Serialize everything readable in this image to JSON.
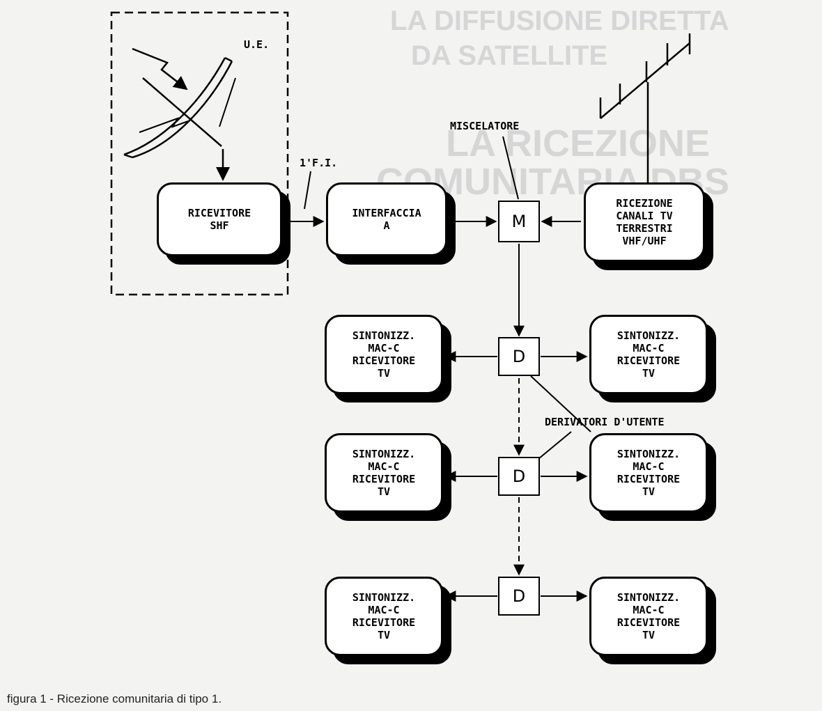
{
  "labels": {
    "ue": "U.E.",
    "if": "1'F.I.",
    "mixer": "MISCELATORE",
    "taps": "DERIVATORI D'UTENTE"
  },
  "boxes": {
    "shf": "RICEVITORE\nSHF",
    "interface": "INTERFACCIA\nA",
    "terrestrial": "RICEZIONE\nCANALI TV\nTERRESTRI\nVHF/UHF",
    "tuner_l1": "SINTONIZZ.\nMAC-C\nRICEVITORE\nTV",
    "tuner_r1": "SINTONIZZ.\nMAC-C\nRICEVITORE\nTV",
    "tuner_l2": "SINTONIZZ.\nMAC-C\nRICEVITORE\nTV",
    "tuner_r2": "SINTONIZZ.\nMAC-C\nRICEVITORE\nTV",
    "tuner_l3": "SINTONIZZ.\nMAC-C\nRICEVITORE\nTV",
    "tuner_r3": "SINTONIZZ.\nMAC-C\nRICEVITORE\nTV"
  },
  "nodes": {
    "mixer": "M",
    "d1": "D",
    "d2": "D",
    "d3": "D"
  },
  "caption": "figura 1 - Ricezione comunitaria di tipo 1.",
  "background_text": {
    "t1": "LA DIFFUSIONE DIRETTA",
    "t2": "DA SATELLITE",
    "t3": "LA RICEZIONE",
    "t4": "COMUNITARIA DBS"
  }
}
